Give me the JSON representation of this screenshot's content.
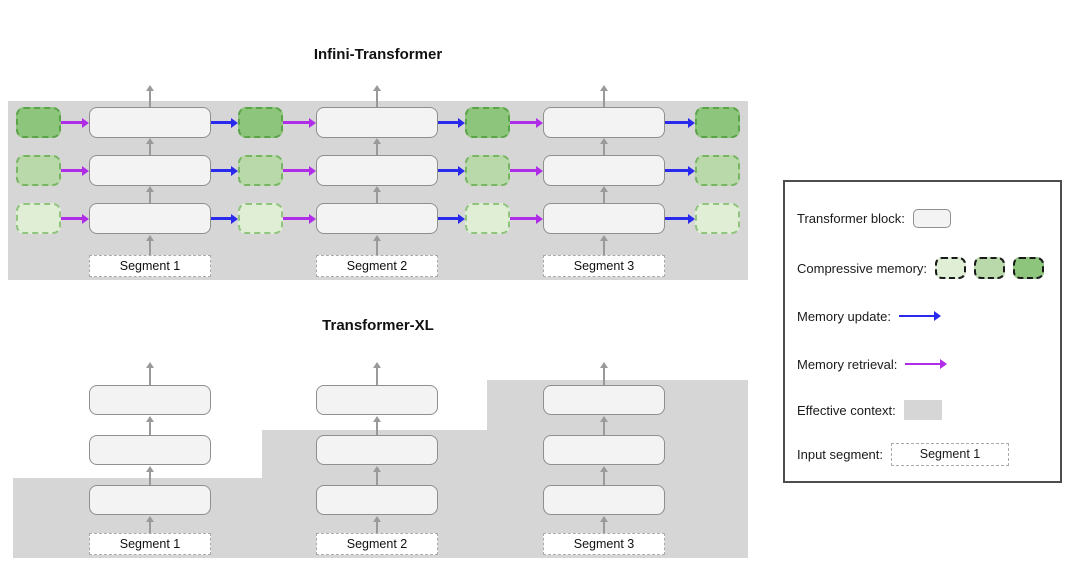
{
  "palette": {
    "effective_context": "#d6d6d6",
    "block_fill": "#f3f3f3",
    "block_border": "#8f8f8f",
    "memory_dark_fill": "#8ec57d",
    "memory_dark_border": "#5aa348",
    "memory_medium_fill": "#b9d9aa",
    "memory_medium_border": "#77b563",
    "memory_light_fill": "#dfeed4",
    "memory_light_border": "#90c47f",
    "memory_update_arrow": "#2a2aee",
    "memory_retrieval_arrow": "#b02de8",
    "context_arrow": "#9a9a9a",
    "segment_border": "#aaaaaa",
    "legend_border": "#4d4d4d"
  },
  "infini_transformer": {
    "title": "Infini-Transformer",
    "segments": [
      "Segment 1",
      "Segment 2",
      "Segment 3"
    ]
  },
  "transformer_xl": {
    "title": "Transformer-XL",
    "segments": [
      "Segment 1",
      "Segment 2",
      "Segment 3"
    ]
  },
  "legend": {
    "transformer_block_label": "Transformer block:",
    "compressive_memory_label": "Compressive memory:",
    "memory_update_label": "Memory update:",
    "memory_retrieval_label": "Memory retrieval:",
    "effective_context_label": "Effective context:",
    "input_segment_label": "Input segment:",
    "input_segment_value": "Segment 1"
  }
}
